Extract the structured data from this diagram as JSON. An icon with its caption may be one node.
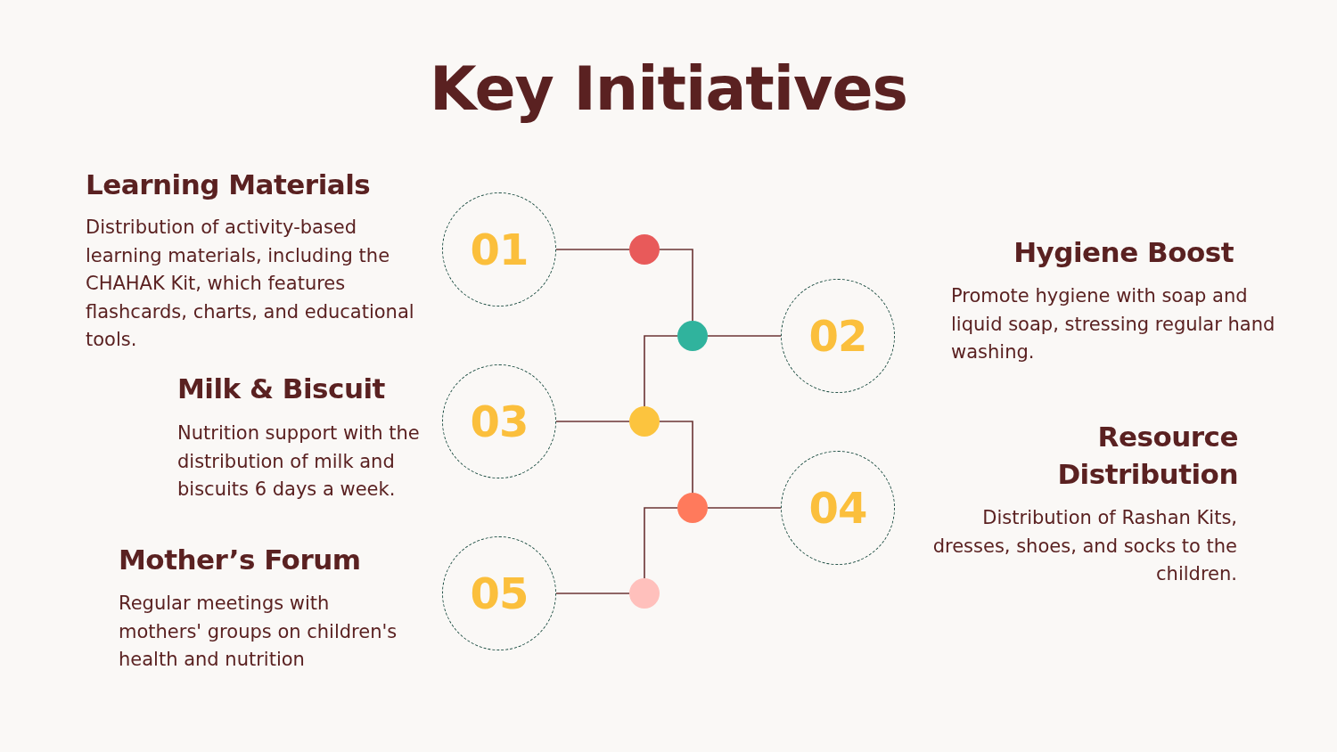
{
  "diagram": {
    "title": "Key Initiatives",
    "nodes": [
      {
        "text": [
          "01"
        ],
        "beside": [
          "Learning Materials",
          "Distribution of activity-based learning materials, including the CHAHAK Kit, which features flashcards, charts, and educational tools."
        ]
      },
      {
        "text": [],
        "shape": "circle"
      },
      {
        "text": [],
        "shape": "circle"
      },
      {
        "text": [
          "02"
        ],
        "beside": [
          "Hygiene Boost",
          "Promote hygiene with soap and liquid soap, stressing regular hand washing."
        ]
      },
      {
        "text": [],
        "shape": "circle"
      },
      {
        "text": [
          "03"
        ],
        "beside": [
          "Milk & Biscuit",
          "Nutrition support with the distribution of milk and biscuits 6 days a week."
        ]
      },
      {
        "text": [],
        "shape": "circle"
      },
      {
        "text": [
          "04"
        ],
        "beside": [
          "Resource Distribution",
          "Distribution of Rashan Kits, dresses, shoes, and socks to the children."
        ]
      },
      {
        "text": [],
        "shape": "circle"
      },
      {
        "text": [
          "05"
        ],
        "beside": [
          "Mother’s Forum",
          "Regular meetings with mothers' groups on children's health and nutrition"
        ]
      }
    ],
    "edges": [
      {
        "from": 0,
        "to": 1,
        "arrow": "none"
      },
      {
        "from": 1,
        "to": 2,
        "arrow": "none"
      },
      {
        "from": 2,
        "to": 3,
        "arrow": "none"
      },
      {
        "from": 2,
        "to": 4,
        "arrow": "none"
      },
      {
        "from": 4,
        "to": 5,
        "arrow": "none"
      },
      {
        "from": 4,
        "to": 6,
        "arrow": "none"
      },
      {
        "from": 6,
        "to": 7,
        "arrow": "none"
      },
      {
        "from": 6,
        "to": 8,
        "arrow": "none"
      },
      {
        "from": 8,
        "to": 9,
        "arrow": "none"
      }
    ]
  }
}
